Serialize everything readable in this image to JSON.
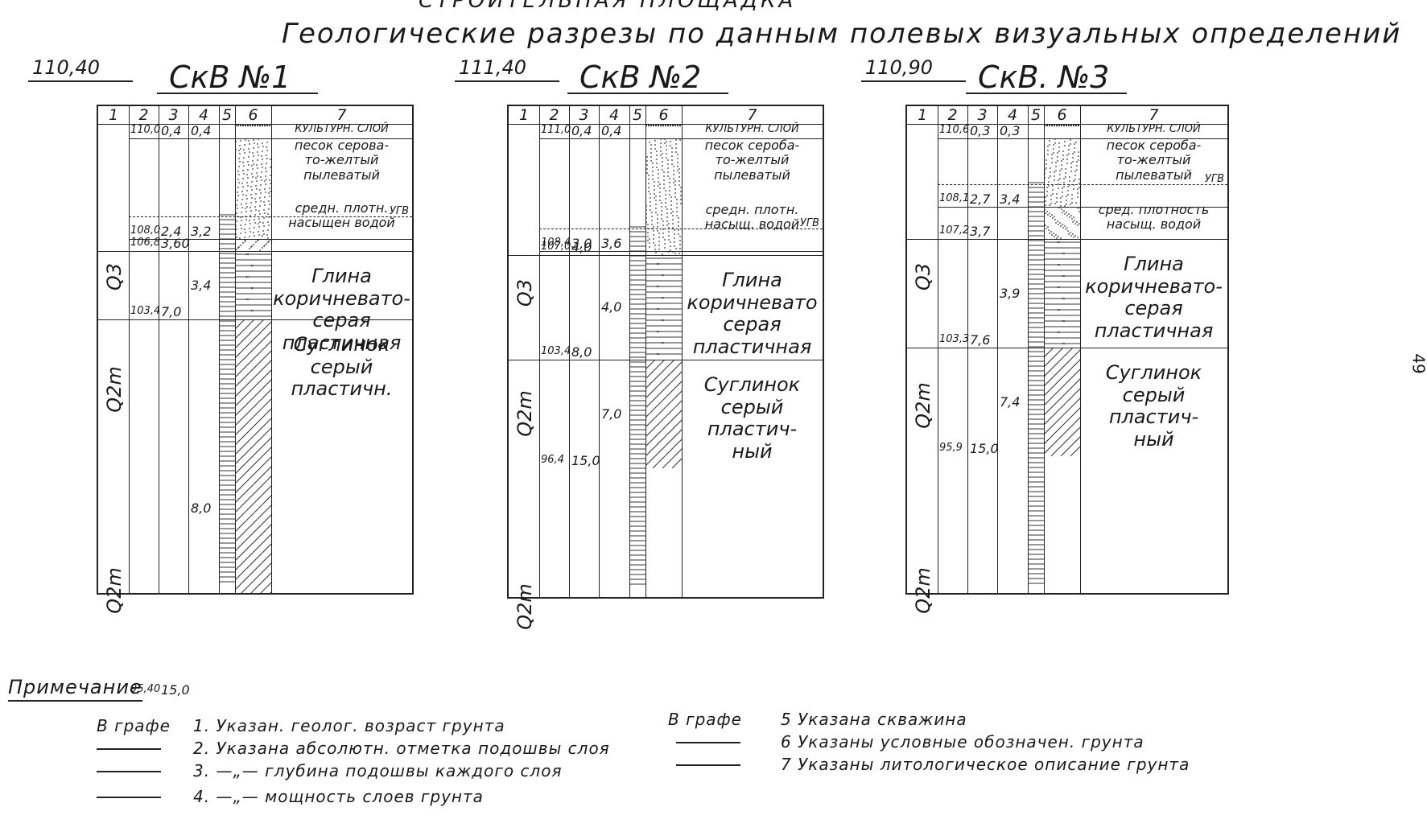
{
  "header": {
    "top_text": "СТРОИТЕЛЬНАЯ ПЛОЩАДКА",
    "title": "Геологические разрезы по данным полевых визуальных определений"
  },
  "page_number": "49",
  "column_headers": [
    "1",
    "2",
    "3",
    "4",
    "5",
    "6",
    "7"
  ],
  "wells": [
    {
      "name": "СкВ №1",
      "elevation": "110,40",
      "layers": [
        {
          "abs": "110,0",
          "depth": "0,4",
          "thickness": "0,4",
          "description": "КУЛЬТУРН. СЛОЙ",
          "pattern": "culture"
        },
        {
          "abs": "108,0",
          "depth": "2,4",
          "thickness": "3,2",
          "description": "песок серова-\nто-желтый\nпылеватый",
          "pattern": "sand"
        },
        {
          "abs": "106,8",
          "depth": "3,60",
          "thickness": "",
          "description": "средн. плотн.\nнасыщен водой",
          "pattern": "sand"
        },
        {
          "abs": "103,4",
          "depth": "7,0",
          "thickness": "3,4",
          "description": "Глина\nкоричневато-\nсерая\nпластичная",
          "pattern": "clay"
        },
        {
          "abs": "95,40",
          "depth": "15,0",
          "thickness": "8,0",
          "description": "Суглинок\nсерый\nпластичн.",
          "pattern": "loam"
        }
      ],
      "ages": [
        "Q3",
        "Q2m",
        "Q2m"
      ],
      "ugv_label": "УГВ"
    },
    {
      "name": "СкВ №2",
      "elevation": "111,40",
      "layers": [
        {
          "abs": "111,0",
          "depth": "0,4",
          "thickness": "0,4",
          "description": "КУЛЬТУРН. СЛОЙ",
          "pattern": "culture"
        },
        {
          "abs": "108,4",
          "depth": "3,0",
          "thickness": "3,6",
          "description": "песок сероба-\nто-желтый\nпылеватый",
          "pattern": "sand"
        },
        {
          "abs": "107,0",
          "depth": "4,0",
          "thickness": "",
          "description": "средн. плотн.\nнасыщ. водой",
          "pattern": "sand"
        },
        {
          "abs": "103,4",
          "depth": "8,0",
          "thickness": "4,0",
          "description": "Глина\nкоричневато\nсерая\nпластичная",
          "pattern": "clay"
        },
        {
          "abs": "96,4",
          "depth": "15,0",
          "thickness": "7,0",
          "description": "Суглинок\nсерый\nпластич-\nный",
          "pattern": "loam"
        }
      ],
      "ages": [
        "Q3",
        "Q2m",
        "Q2m"
      ],
      "ugv_label": "УГВ"
    },
    {
      "name": "СкВ. №3",
      "elevation": "110,90",
      "layers": [
        {
          "abs": "110,6",
          "depth": "0,3",
          "thickness": "0,3",
          "description": "КУЛЬТУРН. СЛОЙ",
          "pattern": "culture"
        },
        {
          "abs": "108,1",
          "depth": "2,7",
          "thickness": "3,4",
          "description": "песок сероба-\nто-желтый\nпылеватый",
          "pattern": "sand"
        },
        {
          "abs": "107,2",
          "depth": "3,7",
          "thickness": "",
          "description": "сред. плотность\nнасыщ. водой",
          "pattern": "sand"
        },
        {
          "abs": "103,3",
          "depth": "7,6",
          "thickness": "3,9",
          "description": "Глина\nкоричневато-\nсерая\nпластичная",
          "pattern": "clay"
        },
        {
          "abs": "95,9",
          "depth": "15,0",
          "thickness": "7,4",
          "description": "Суглинок\nсерый\nпластич-\nный",
          "pattern": "loam"
        }
      ],
      "ages": [
        "Q3",
        "Q2m",
        "Q2m"
      ],
      "ugv_label": "УГВ"
    }
  ],
  "notes": {
    "title": "Примечание",
    "left_prefix": "В графе",
    "right_prefix": "В графе",
    "left": [
      "1. Указан. геолог. возраст грунта",
      "2. Указана абсолютн. отметка подошвы слоя",
      "3. —„— глубина подошвы каждого слоя",
      "4. —„— мощность слоев грунта"
    ],
    "right": [
      "5 Указана скважина",
      "6 Указаны условные обозначен. грунта",
      "7 Указаны литологическое описание грунта"
    ]
  }
}
